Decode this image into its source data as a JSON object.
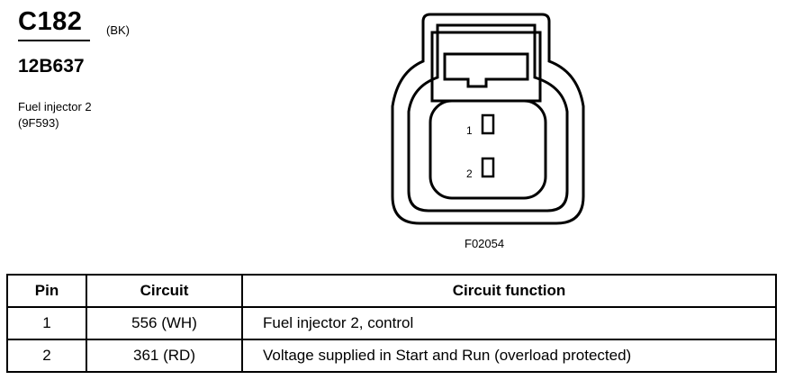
{
  "connector": {
    "id": "C182",
    "color_code": "(BK)",
    "part_number": "12B637",
    "description_lines": [
      "Fuel injector 2",
      "(9F593)"
    ]
  },
  "diagram": {
    "pin_labels": [
      "1",
      "2"
    ],
    "figure_code": "F02054"
  },
  "table": {
    "headers": [
      "Pin",
      "Circuit",
      "Circuit function"
    ],
    "rows": [
      {
        "pin": "1",
        "circuit": "556 (WH)",
        "function": "Fuel injector 2, control"
      },
      {
        "pin": "2",
        "circuit": "361 (RD)",
        "function": "Voltage supplied in Start and Run (overload protected)"
      }
    ]
  }
}
